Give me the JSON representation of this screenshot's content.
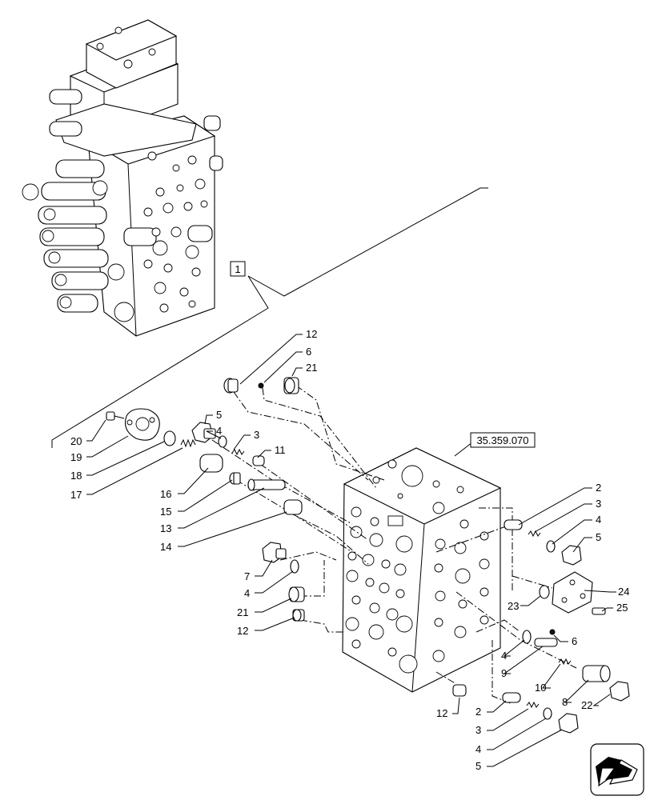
{
  "ref_box": "1",
  "ref_code": "35.359.070",
  "callouts": {
    "c12_top": "12",
    "c6_top": "6",
    "c21_top": "21",
    "c20": "20",
    "c19": "19",
    "c18": "18",
    "c17": "17",
    "c5_mid": "5",
    "c4_mid": "4",
    "c3_mid": "3",
    "c11": "11",
    "c16": "16",
    "c15": "15",
    "c13": "13",
    "c14": "14",
    "c7": "7",
    "c4_left": "4",
    "c21_left": "21",
    "c12_left": "12",
    "c2_r": "2",
    "c3_r": "3",
    "c4_r": "4",
    "c5_r": "5",
    "c24": "24",
    "c25": "25",
    "c23": "23",
    "c4_r2": "4",
    "c9": "9",
    "c6_r": "6",
    "c10": "10",
    "c8": "8",
    "c22": "22",
    "c12_bottom": "12",
    "c2_b": "2",
    "c3_b": "3",
    "c4_b": "4",
    "c5_b": "5"
  }
}
